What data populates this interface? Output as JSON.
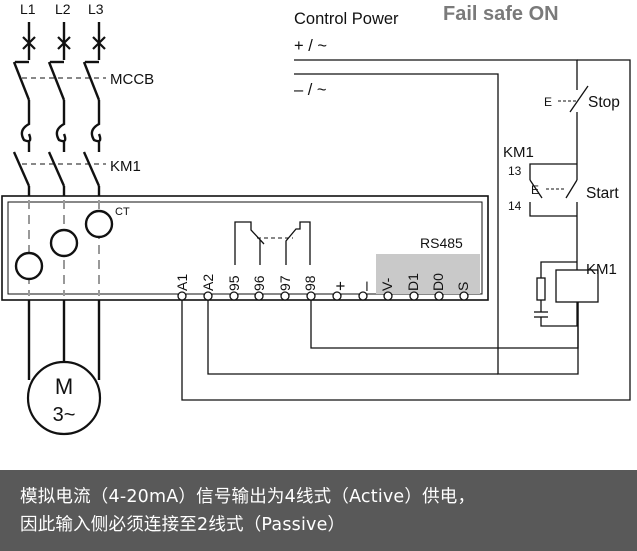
{
  "header": {
    "control_power": "Control Power",
    "fail_safe": "Fail safe ON",
    "plus_line": "+ / ~",
    "minus_line": "– / ~"
  },
  "lines": [
    "L1",
    "L2",
    "L3"
  ],
  "components": {
    "mccb": "MCCB",
    "km1_contactor": "KM1",
    "ct": "CT",
    "rs485": "RS485",
    "motor_m": "M",
    "motor_phase": "3~",
    "stop": "Stop",
    "start": "Start",
    "km1_aux": "KM1",
    "km1_coil": "KM1",
    "terminal_13": "13",
    "terminal_14": "14",
    "e_stop": "E",
    "e_start": "E"
  },
  "terminals": [
    "A1",
    "A2",
    "95",
    "96",
    "97",
    "98",
    "+",
    "–",
    "V-",
    "D1",
    "D0",
    "S"
  ],
  "note": {
    "line1": "模拟电流（4-20mA）信号输出为4线式（Active）供电，",
    "line2": "因此输入侧必须连接至2线式（Passive）"
  }
}
